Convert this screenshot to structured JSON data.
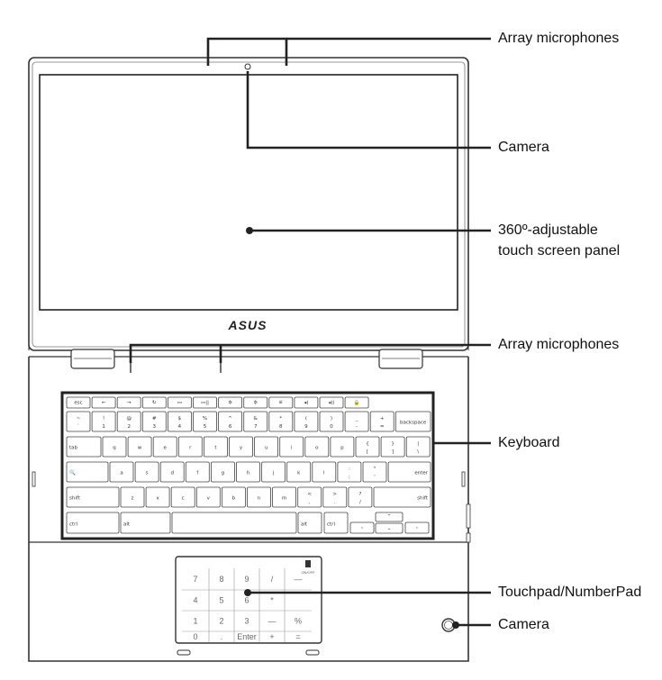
{
  "labels": {
    "array_mic_top": "Array microphones",
    "camera_top": "Camera",
    "screen_line1": "360º-adjustable",
    "screen_line2": "touch screen panel",
    "array_mic_bottom": "Array microphones",
    "keyboard": "Keyboard",
    "touchpad": "Touchpad/NumberPad",
    "camera_bottom": "Camera"
  },
  "brand": "ASUS",
  "keyboard_rows": {
    "fn": [
      "esc",
      "←",
      "→",
      "↻",
      "▭",
      "▭||",
      "✲",
      "✲",
      "⚟",
      "◂)",
      "◂))",
      "🔒"
    ],
    "num_top": [
      "~",
      "!",
      "@",
      "#",
      "$",
      "%",
      "^",
      "&",
      "*",
      "(",
      ")",
      "_",
      "+"
    ],
    "num_bottom": [
      "`",
      "1",
      "2",
      "3",
      "4",
      "5",
      "6",
      "7",
      "8",
      "9",
      "0",
      "-",
      "="
    ],
    "backspace": "backspace",
    "tab": "tab",
    "q_row": [
      "q",
      "w",
      "e",
      "r",
      "t",
      "y",
      "u",
      "i",
      "o",
      "p"
    ],
    "q_row_sym_top": [
      "{",
      "}",
      "|"
    ],
    "q_row_sym_bottom": [
      "[",
      "]",
      "\\"
    ],
    "search": "🔍",
    "a_row": [
      "a",
      "s",
      "d",
      "f",
      "g",
      "h",
      "j",
      "k",
      "l"
    ],
    "a_row_sym_top": [
      ":",
      "\""
    ],
    "a_row_sym_bottom": [
      ";",
      "'"
    ],
    "enter": "enter",
    "shift_left": "shift",
    "z_row": [
      "z",
      "x",
      "c",
      "v",
      "b",
      "n",
      "m"
    ],
    "z_row_sym_top": [
      "<",
      ">",
      "?"
    ],
    "z_row_sym_bottom": [
      ",",
      ".",
      "/"
    ],
    "shift_right": "shift",
    "ctrl_left": "ctrl",
    "alt_left": "alt",
    "alt_right": "alt",
    "ctrl_right": "ctrl",
    "arrows": [
      "‹",
      "⌃",
      "⌄",
      "›"
    ]
  },
  "numberpad": {
    "logo_text": "ON/OFF",
    "rows": [
      [
        "7",
        "8",
        "9",
        "/",
        "—"
      ],
      [
        "4",
        "5",
        "6",
        "*",
        ""
      ],
      [
        "1",
        "2",
        "3",
        "—",
        "%"
      ],
      [
        "0",
        ".",
        "Enter",
        "+",
        "="
      ]
    ]
  }
}
